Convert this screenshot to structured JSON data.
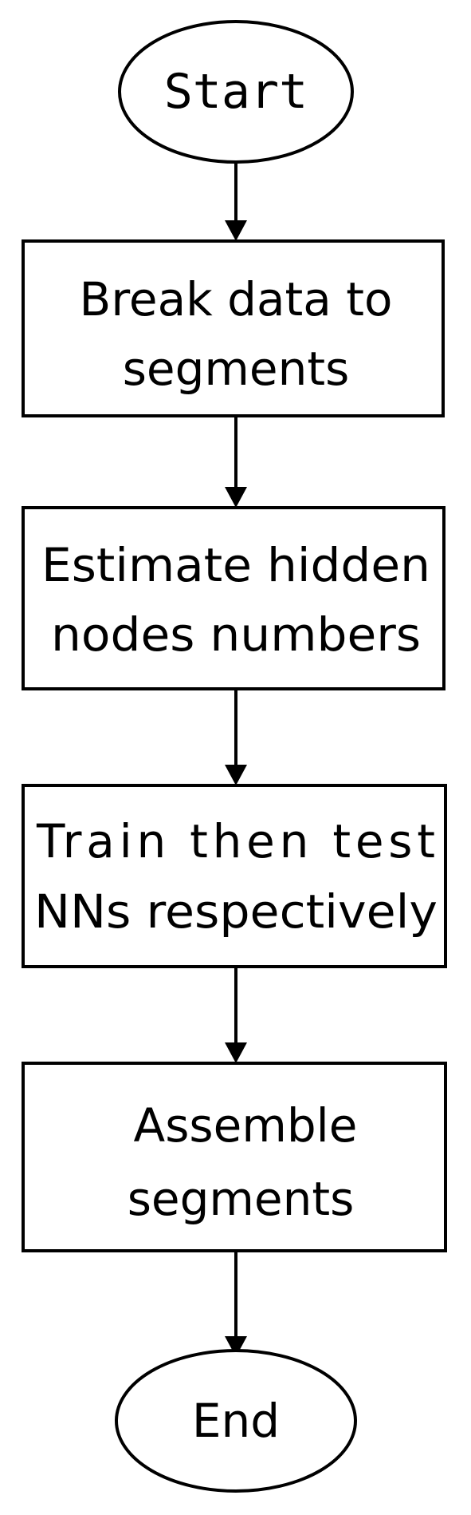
{
  "diagram": {
    "type": "flowchart",
    "nodes": [
      {
        "id": "start",
        "shape": "ellipse",
        "lines": [
          "Start"
        ]
      },
      {
        "id": "break",
        "shape": "rect",
        "lines": [
          "Break data to",
          "segments"
        ]
      },
      {
        "id": "estimate",
        "shape": "rect",
        "lines": [
          "Estimate hidden",
          "nodes numbers"
        ]
      },
      {
        "id": "train",
        "shape": "rect",
        "lines": [
          "Train then test",
          "NNs respectively"
        ]
      },
      {
        "id": "assemble",
        "shape": "rect",
        "lines": [
          "Assemble",
          "segments"
        ]
      },
      {
        "id": "end",
        "shape": "ellipse",
        "lines": [
          "End"
        ]
      }
    ],
    "edges": [
      {
        "from": "start",
        "to": "break"
      },
      {
        "from": "break",
        "to": "estimate"
      },
      {
        "from": "estimate",
        "to": "train"
      },
      {
        "from": "train",
        "to": "assemble"
      },
      {
        "from": "assemble",
        "to": "end"
      }
    ],
    "colors": {
      "stroke": "#000000",
      "fill": "#ffffff",
      "text": "#000000"
    }
  }
}
